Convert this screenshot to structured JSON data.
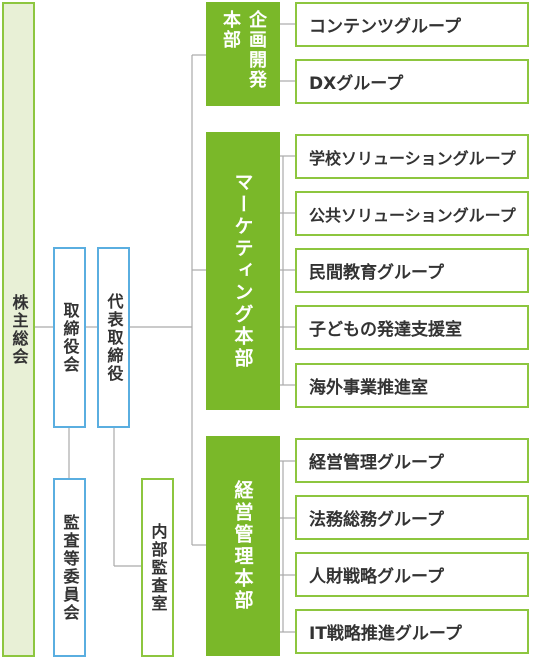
{
  "colors": {
    "green": "#8dc63f",
    "dept_green": "#7ab829",
    "blue": "#5aaee0",
    "line": "#aaaaaa",
    "pale_green": "#e8f0d6"
  },
  "shareholders": "株主総会",
  "board": "取締役会",
  "representative": "代表取締役",
  "audit_committee": "監査等委員会",
  "internal_audit": "内部監査室",
  "departments": {
    "planning": "企画開発本部",
    "marketing": "マーケティング本部",
    "management": "経営管理本部"
  },
  "groups": {
    "planning": [
      "コンテンツグループ",
      "DXグループ"
    ],
    "marketing": [
      "学校ソリューショングループ",
      "公共ソリューショングループ",
      "民間教育グループ",
      "子どもの発達支援室",
      "海外事業推進室"
    ],
    "management": [
      "経営管理グループ",
      "法務総務グループ",
      "人財戦略グループ",
      "IT戦略推進グループ"
    ]
  }
}
